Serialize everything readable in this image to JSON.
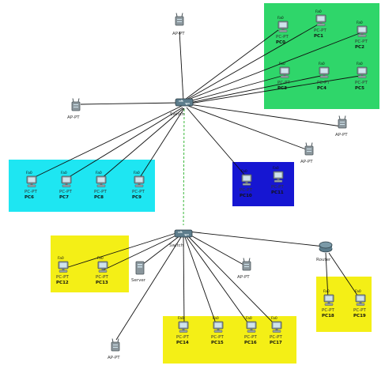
{
  "colors": {
    "zone_green": "#2fd66a",
    "zone_cyan": "#1ee6f2",
    "zone_blue": "#1616d2",
    "zone_yellow": "#f4ef16",
    "link": "#111111",
    "trunk": "#3bb83b",
    "device": "#7f8c93"
  },
  "labels": {
    "top_ap": "AP-PT",
    "core_switch": "Switch",
    "left_ap": "AP-PT",
    "right_ap": "AP-PT",
    "lower_switch": "Switch",
    "server": "Server",
    "bottom_ap": "AP-PT",
    "right_router": "Router",
    "mid_ap": "AP-PT"
  },
  "zones": {
    "green": {
      "pcs": [
        {
          "name": "PC-PT",
          "caption": "PC0"
        },
        {
          "name": "PC-PT",
          "caption": "PC1"
        },
        {
          "name": "PC-PT",
          "caption": "PC2"
        },
        {
          "name": "PC-PT",
          "caption": "PC3"
        },
        {
          "name": "PC-PT",
          "caption": "PC4"
        },
        {
          "name": "PC-PT",
          "caption": "PC5"
        }
      ]
    },
    "cyan": {
      "pcs": [
        {
          "name": "PC-PT",
          "caption": "PC6"
        },
        {
          "name": "PC-PT",
          "caption": "PC7"
        },
        {
          "name": "PC-PT",
          "caption": "PC8"
        },
        {
          "name": "PC-PT",
          "caption": "PC9"
        }
      ]
    },
    "blue": {
      "pcs": [
        {
          "name": "PC-PT",
          "caption": "PC10"
        },
        {
          "name": "PC-PT",
          "caption": "PC11"
        }
      ]
    },
    "yellow_left": {
      "pcs": [
        {
          "name": "PC-PT",
          "caption": "PC12"
        },
        {
          "name": "PC-PT",
          "caption": "PC13"
        }
      ]
    },
    "yellow_bottom": {
      "pcs": [
        {
          "name": "PC-PT",
          "caption": "PC14"
        },
        {
          "name": "PC-PT",
          "caption": "PC15"
        },
        {
          "name": "PC-PT",
          "caption": "PC16"
        },
        {
          "name": "PC-PT",
          "caption": "PC17"
        }
      ]
    },
    "yellow_right": {
      "pcs": [
        {
          "name": "PC-PT",
          "caption": "PC18"
        },
        {
          "name": "PC-PT",
          "caption": "PC19"
        }
      ]
    }
  },
  "port_label": "Fa0"
}
